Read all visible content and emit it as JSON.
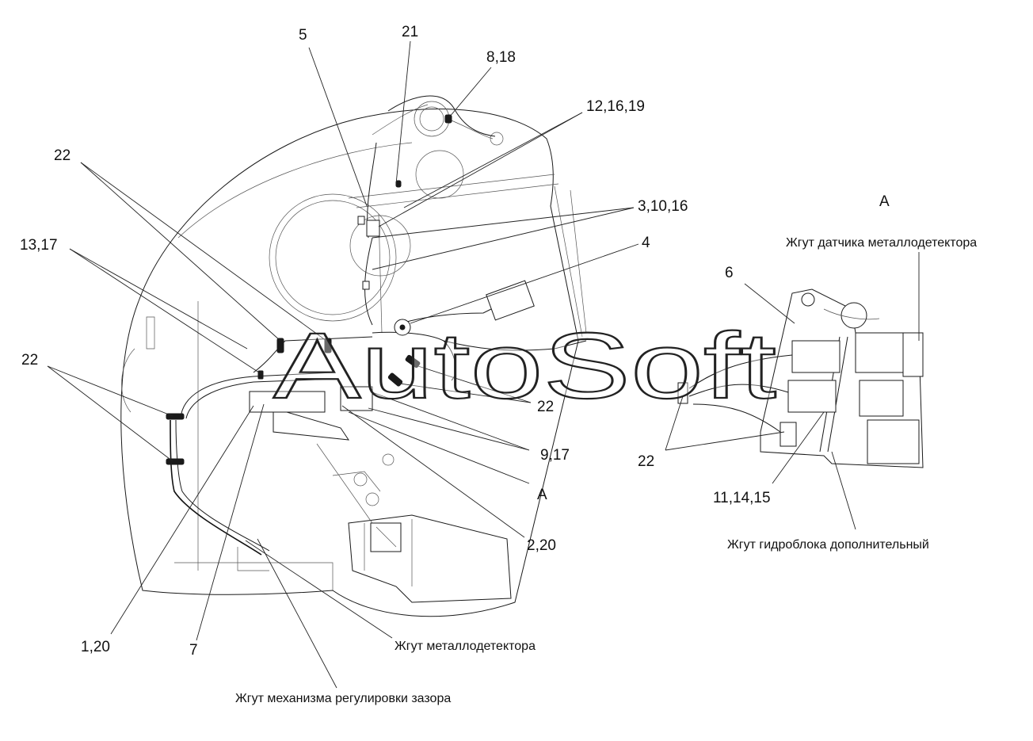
{
  "watermark": "AutoSoft",
  "view_label": "A",
  "callouts": {
    "c5": "5",
    "c21": "21",
    "c8_18": "8,18",
    "c12_16_19": "12,16,19",
    "c22_top": "22",
    "c3_10_16": "3,10,16",
    "c13_17": "13,17",
    "c4": "4",
    "c22_left": "22",
    "c22_mid": "22",
    "c9_17": "9,17",
    "cA": "A",
    "c2_20": "2,20",
    "c1_20": "1,20",
    "c7": "7",
    "c6": "6",
    "c22_right": "22",
    "c11_14_15": "11,14,15"
  },
  "captions": {
    "metal_detector_harness": "Жгут металлодетектора",
    "gap_adjust_harness": "Жгут механизма регулировки зазора",
    "metal_detector_sensor_harness": "Жгут датчика металлодетектора",
    "hydroblock_extra_harness": "Жгут гидроблока дополнительный"
  }
}
